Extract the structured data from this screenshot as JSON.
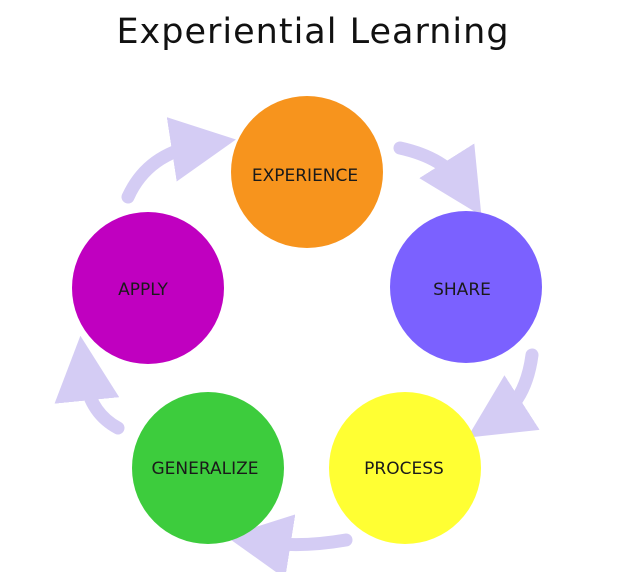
{
  "title": "Experiential Learning",
  "stages": [
    {
      "label": "EXPERIENCE",
      "color": "#F7941D"
    },
    {
      "label": "SHARE",
      "color": "#7B61FF"
    },
    {
      "label": "PROCESS",
      "color": "#FFFF33"
    },
    {
      "label": "GENERALIZE",
      "color": "#3DCC3D"
    },
    {
      "label": "APPLY",
      "color": "#C000C0"
    }
  ],
  "arrow_color": "#D4CCF4"
}
